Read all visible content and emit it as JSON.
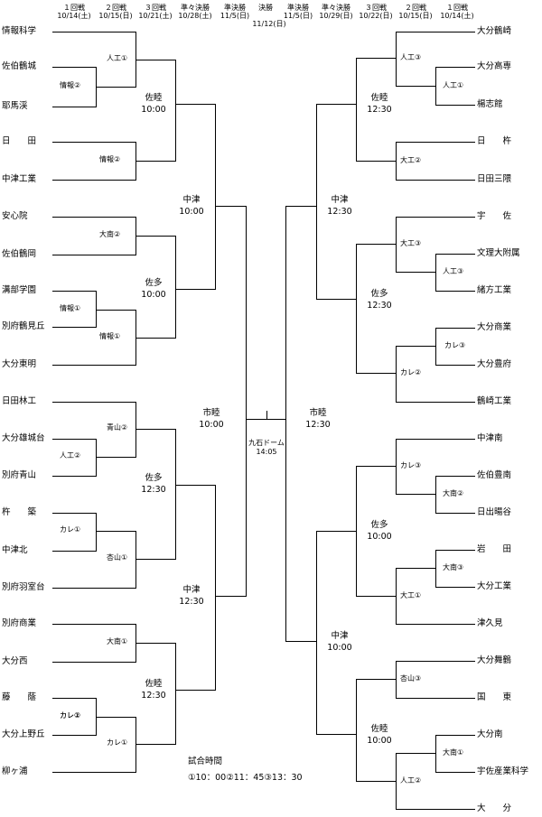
{
  "header": {
    "rounds": [
      {
        "name": "１回戦",
        "date": "10/14(土)"
      },
      {
        "name": "２回戦",
        "date": "10/15(日)"
      },
      {
        "name": "３回戦",
        "date": "10/21(土)"
      },
      {
        "name": "準々決勝",
        "date": "10/28(土)"
      },
      {
        "name": "準決勝",
        "date": "11/5(日)"
      },
      {
        "name": "決勝",
        "date": "11/12(日)"
      },
      {
        "name": "準決勝",
        "date": "11/5(日)"
      },
      {
        "name": "準々決勝",
        "date": "10/29(日)"
      },
      {
        "name": "３回戦",
        "date": "10/22(日)"
      },
      {
        "name": "２回戦",
        "date": "10/15(日)"
      },
      {
        "name": "１回戦",
        "date": "10/14(土)"
      }
    ]
  },
  "left_teams": [
    "情報科学",
    "佐伯鶴城",
    "耶馬渓",
    "日　　田",
    "中津工業",
    "安心院",
    "佐伯鶴岡",
    "溝部学園",
    "別府鶴見丘",
    "大分東明",
    "日田林工",
    "大分雄城台",
    "別府青山",
    "杵　　築",
    "中津北",
    "別府羽室台",
    "別府商業",
    "大分西",
    "藤　　蔭",
    "大分上野丘",
    "柳ヶ浦"
  ],
  "right_teams": [
    "大分鶴崎",
    "大分高専",
    "楊志館",
    "日　　杵",
    "日田三隈",
    "宇　　佐",
    "文理大附属",
    "緒方工業",
    "大分商業",
    "大分豊府",
    "鶴崎工業",
    "中津南",
    "佐伯豊南",
    "日出暘谷",
    "岩　　田",
    "大分工業",
    "津久見",
    "大分舞鶴",
    "国　　東",
    "大分南",
    "宇佐産業科学",
    "大　　分"
  ],
  "left_labels": {
    "r1": [
      "情報②",
      "人工②",
      "カレ①"
    ],
    "r2": [
      "人工①",
      "情報②",
      "大南②",
      "情報①",
      "青山②",
      "杏山①",
      "大南①",
      "カレ②"
    ],
    "r2b": [
      "情報①",
      "カレ①"
    ],
    "r3": [
      {
        "venue": "佐睦",
        "time": "10:00"
      },
      {
        "venue": "佐多",
        "time": "10:00"
      },
      {
        "venue": "佐多",
        "time": "12:30"
      },
      {
        "venue": "佐睦",
        "time": "12:30"
      }
    ],
    "qf": [
      {
        "venue": "中津",
        "time": "10:00"
      },
      {
        "venue": "中津",
        "time": "12:30"
      }
    ],
    "sf": {
      "venue": "市睦",
      "time": "10:00"
    }
  },
  "right_labels": {
    "r1": [
      "人工①",
      "人工③",
      "大南②",
      "大南③",
      "大南①"
    ],
    "r2": [
      "人工③",
      "大工②",
      "大工③",
      "カレ③",
      "カレ②",
      "カレ③",
      "大工①",
      "杏山③",
      "人工②"
    ],
    "r3": [
      {
        "venue": "佐睦",
        "time": "12:30"
      },
      {
        "venue": "佐多",
        "time": "12:30"
      },
      {
        "venue": "佐多",
        "time": "10:00"
      },
      {
        "venue": "佐睦",
        "time": "10:00"
      }
    ],
    "qf": [
      {
        "venue": "中津",
        "time": "12:30"
      },
      {
        "venue": "中津",
        "time": "10:00"
      }
    ],
    "sf": {
      "venue": "市睦",
      "time": "12:30"
    }
  },
  "final": {
    "venue": "九石ドーム",
    "time": "14:05"
  },
  "notice": {
    "title": "試合時間",
    "times": "①10：00②11：45③13：30"
  }
}
